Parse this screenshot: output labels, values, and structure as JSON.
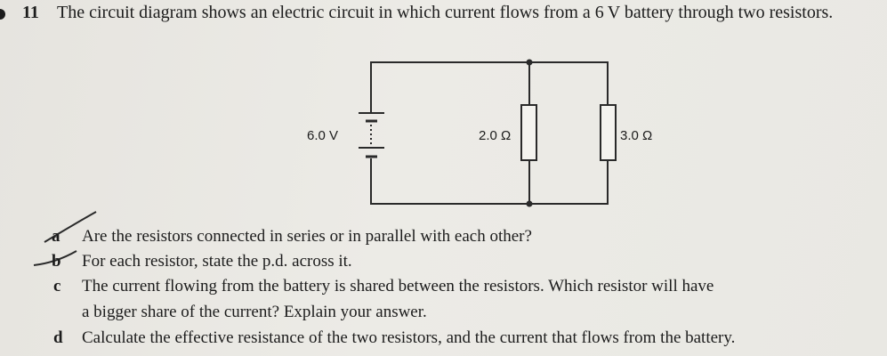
{
  "question": {
    "number": "11",
    "stem": "The circuit diagram shows an electric circuit in which current flows from a 6 V battery through two resistors."
  },
  "circuit": {
    "battery_label": "6.0 V",
    "resistor1_label": "2.0 Ω",
    "resistor2_label": "3.0 Ω"
  },
  "parts": [
    {
      "letter": "a",
      "text": "Are the resistors connected in series or in parallel with each other?"
    },
    {
      "letter": "b",
      "text": "For each resistor, state the p.d. across it."
    },
    {
      "letter": "c",
      "text": "The current flowing from the battery is shared between the resistors. Which resistor will have",
      "continuation": "a bigger share of the current? Explain your answer."
    },
    {
      "letter": "d",
      "text": "Calculate the effective resistance of the two resistors, and the current that flows from the battery."
    }
  ]
}
